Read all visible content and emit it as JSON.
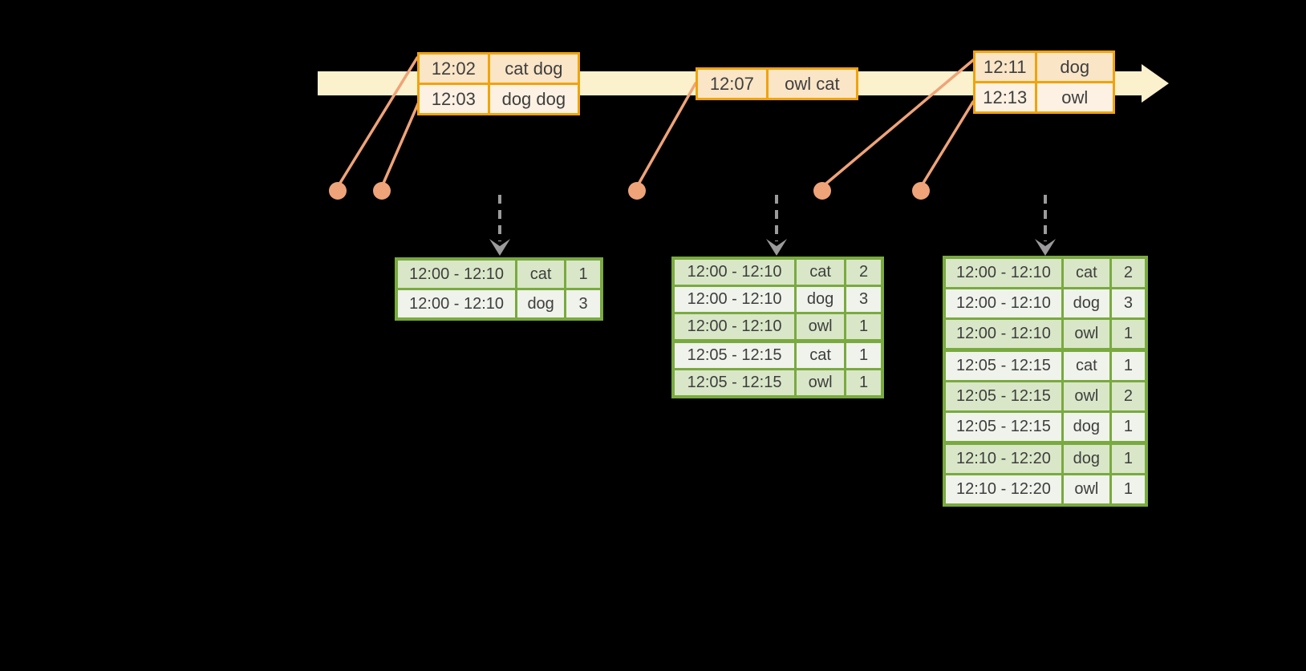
{
  "diagram": {
    "title": "windowed-grouped-aggregation-timeline",
    "colors": {
      "background": "#000000",
      "timeline_arrow": "#FCF1CD",
      "event_table_border": "#F0A30C",
      "event_cell_dark": "#FAE5C7",
      "event_cell_light": "#FCF1E2",
      "event_dot": "#EFA379",
      "trigger_arrow": "#9B9B9B",
      "result_table_border": "#79AA3F",
      "result_cell_green": "#D9E7C8",
      "result_cell_white": "#EFF3EB",
      "text": "#3E3E3E"
    },
    "event_tables": [
      {
        "rows": [
          {
            "time": "12:02",
            "words": "cat dog"
          },
          {
            "time": "12:03",
            "words": "dog dog"
          }
        ]
      },
      {
        "rows": [
          {
            "time": "12:07",
            "words": "owl cat"
          }
        ]
      },
      {
        "rows": [
          {
            "time": "12:11",
            "words": "dog"
          },
          {
            "time": "12:13",
            "words": "owl"
          }
        ]
      }
    ],
    "result_tables": [
      {
        "rows": [
          {
            "window": "12:00 - 12:10",
            "word": "cat",
            "count": "1"
          },
          {
            "window": "12:00 - 12:10",
            "word": "dog",
            "count": "3"
          }
        ]
      },
      {
        "rows": [
          {
            "window": "12:00 - 12:10",
            "word": "cat",
            "count": "2"
          },
          {
            "window": "12:00 - 12:10",
            "word": "dog",
            "count": "3"
          },
          {
            "window": "12:00 - 12:10",
            "word": "owl",
            "count": "1"
          },
          {
            "window": "12:05 - 12:15",
            "word": "cat",
            "count": "1"
          },
          {
            "window": "12:05 - 12:15",
            "word": "owl",
            "count": "1"
          }
        ]
      },
      {
        "rows": [
          {
            "window": "12:00 - 12:10",
            "word": "cat",
            "count": "2"
          },
          {
            "window": "12:00 - 12:10",
            "word": "dog",
            "count": "3"
          },
          {
            "window": "12:00 - 12:10",
            "word": "owl",
            "count": "1"
          },
          {
            "window": "12:05 - 12:15",
            "word": "cat",
            "count": "1"
          },
          {
            "window": "12:05 - 12:15",
            "word": "owl",
            "count": "2"
          },
          {
            "window": "12:05 - 12:15",
            "word": "dog",
            "count": "1"
          },
          {
            "window": "12:10 - 12:20",
            "word": "dog",
            "count": "1"
          },
          {
            "window": "12:10 - 12:20",
            "word": "owl",
            "count": "1"
          }
        ]
      }
    ]
  }
}
